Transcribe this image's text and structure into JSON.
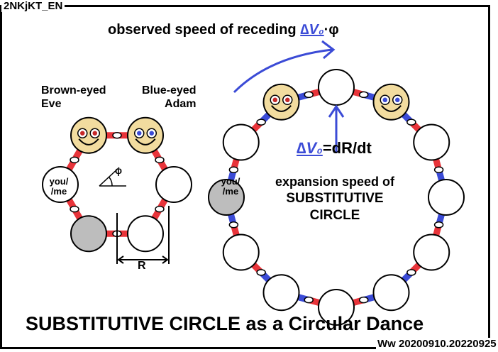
{
  "tag": "2NKjKT_EN",
  "top_title": {
    "prefix": "observed speed of receding ",
    "delta": "∆V₀",
    "suffix": "·φ"
  },
  "eve_label_1": "Brown-eyed",
  "eve_label_2": "Eve",
  "adam_label_1": "Blue-eyed",
  "adam_label_2": "Adam",
  "you_label_1": "you/",
  "you_label_2": "/me",
  "phi": "φ",
  "radius_label": "R",
  "formula": {
    "delta": "∆V₀",
    "rest": "=dR/dt"
  },
  "expansion_label": {
    "line1": "expansion speed of",
    "line2": "SUBSTITUTIVE",
    "line3": "CIRCLE"
  },
  "bottom_title": "SUBSTITUTIVE CIRCLE as a Circular Dance",
  "credit": "Ww 20200910.20220925",
  "colors": {
    "blue_arrow": "#3b4bd6",
    "red_arm": "#e8343a",
    "blue_arm": "#3b4bd6",
    "face": "#f2dc9f",
    "you_face": "#bdbdbd"
  }
}
